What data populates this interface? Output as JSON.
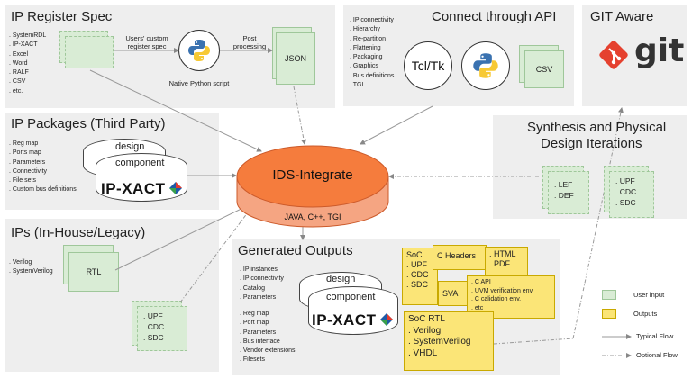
{
  "ip_register_spec": {
    "title": "IP Register Spec",
    "formats": [
      ". SystemRDL",
      ". IP-XACT",
      ". Excel",
      ". Word",
      ". RALF",
      ". CSV",
      ". etc."
    ],
    "custom_spec_label": "Users' custom register spec",
    "python_label": "Native Python script",
    "post_processing_label": "Post processing",
    "json_label": "JSON"
  },
  "connect_api": {
    "title": "Connect through API",
    "items": [
      ". IP connectivity",
      ". Hierarchy",
      ". Re-partition",
      ". Flattening",
      ". Packaging",
      ". Graphics",
      ". Bus definitions",
      ". TGI"
    ],
    "tcl_label": "Tcl/Tk",
    "csv_label": "CSV"
  },
  "git": {
    "title": "GIT Aware",
    "logo_text": "git"
  },
  "ip_packages": {
    "title": "IP Packages (Third Party)",
    "items": [
      ". Reg map",
      ". Ports map",
      ". Parameters",
      ". Connectivity",
      ". File sets",
      ". Custom bus definitions"
    ],
    "cyl_top": "design",
    "cyl_bottom": "component",
    "ipxact": "IP-XACT"
  },
  "ips_inhouse": {
    "title": "IPs (In-House/Legacy)",
    "items": [
      ". Verilog",
      ". SystemVerilog"
    ],
    "rtl_label": "RTL",
    "files": [
      ". UPF",
      ". CDC",
      ". SDC"
    ]
  },
  "ids": {
    "title": "IDS-Integrate",
    "subtitle": "JAVA, C++, TGI"
  },
  "synthesis": {
    "title_line1": "Synthesis and Physical",
    "title_line2": "Design Iterations",
    "doc1": [
      ". LEF",
      ". DEF"
    ],
    "doc2": [
      ". UPF",
      ". CDC",
      ". SDC"
    ]
  },
  "generated": {
    "title": "Generated Outputs",
    "list1": [
      ". IP instances",
      ". IP connectivity",
      ". Catalog",
      ". Parameters"
    ],
    "list2": [
      ". Reg map",
      ". Port map",
      ". Parameters",
      ". Bus interface",
      ". Vendor extensions",
      ". Filesets"
    ],
    "cyl_top": "design",
    "cyl_bottom": "component",
    "ipxact": "IP-XACT",
    "soc": [
      "SoC",
      ". UPF",
      ". CDC",
      ". SDC"
    ],
    "c_headers": "C Headers",
    "html_pdf": [
      ". HTML",
      ". PDF"
    ],
    "sva": "SVA",
    "capi": [
      ". C API",
      ". UVM verification env.",
      ". C calidation env.",
      ". etc"
    ],
    "soc_rtl": [
      "SoC RTL",
      ". Verilog",
      ". SystemVerilog",
      ". VHDL"
    ]
  },
  "legend": {
    "user_input": "User input",
    "outputs": "Outputs",
    "typical": "Typical Flow",
    "optional": "Optional Flow"
  },
  "colors": {
    "panel": "#eeeeee",
    "user_input": "#d9ecd5",
    "output": "#fbe577",
    "ids_top": "#f57c3d",
    "ids_side": "#f5a582",
    "git_red": "#e5412f"
  }
}
